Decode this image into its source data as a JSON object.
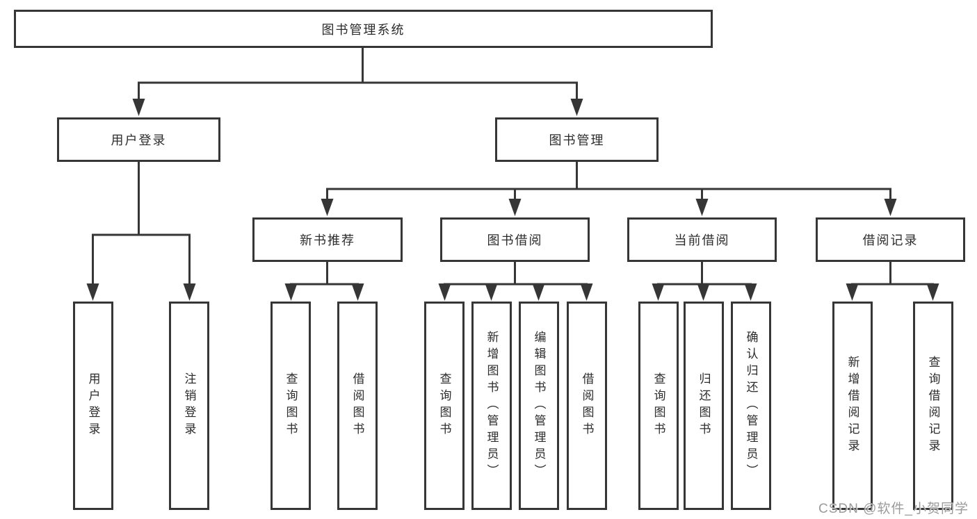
{
  "diagram": {
    "root": {
      "label": "图书管理系统"
    },
    "level2": [
      {
        "label": "用户登录"
      },
      {
        "label": "图书管理"
      }
    ],
    "level3": [
      {
        "label": "新书推荐"
      },
      {
        "label": "图书借阅"
      },
      {
        "label": "当前借阅"
      },
      {
        "label": "借阅记录"
      }
    ],
    "leaves": [
      {
        "label": "用户登录"
      },
      {
        "label": "注销登录"
      },
      {
        "label": "查询图书"
      },
      {
        "label": "借阅图书"
      },
      {
        "label": "查询图书"
      },
      {
        "label": "新增图书（管理员）"
      },
      {
        "label": "编辑图书（管理员）"
      },
      {
        "label": "借阅图书"
      },
      {
        "label": "查询图书"
      },
      {
        "label": "归还图书"
      },
      {
        "label": "确认归还（管理员）"
      },
      {
        "label": "新增借阅记录"
      },
      {
        "label": "查询借阅记录"
      }
    ]
  },
  "watermark": {
    "text": "CSDN @软件_小贺同学"
  },
  "colors": {
    "line": "#363636",
    "text": "#2c2c2c",
    "watermark": "#9b9b9b",
    "background": "#ffffff"
  }
}
